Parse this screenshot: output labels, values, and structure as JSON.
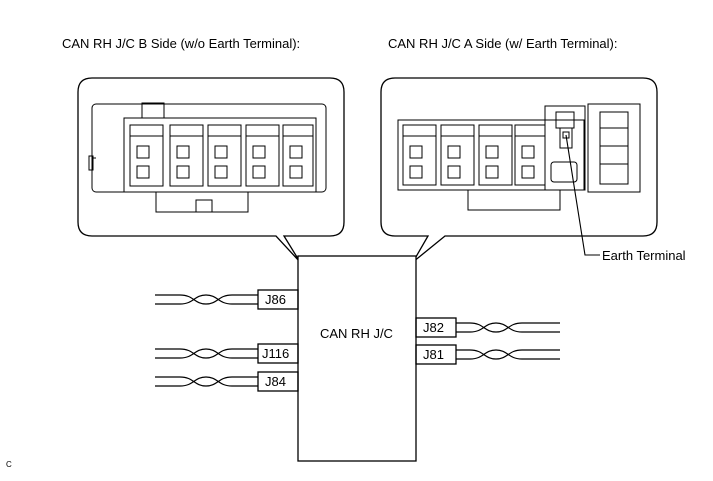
{
  "labels": {
    "b_side_title": "CAN RH J/C B Side (w/o Earth Terminal):",
    "a_side_title": "CAN RH J/C A Side (w/ Earth Terminal):",
    "earth_terminal": "Earth Terminal",
    "center_box": "CAN RH J/C",
    "corner_mark": "C"
  },
  "connectors_left": [
    "J86",
    "J116",
    "J84"
  ],
  "connectors_right": [
    "J82",
    "J81"
  ]
}
